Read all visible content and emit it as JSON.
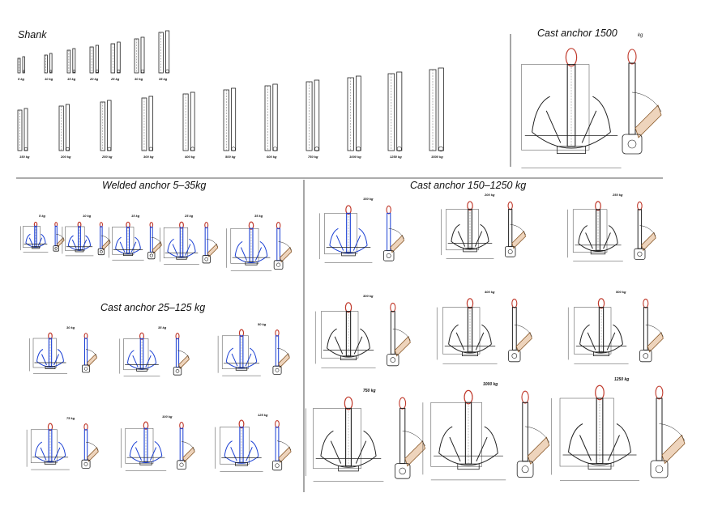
{
  "shank": {
    "title": "Shank",
    "row1": [
      "5 kg",
      "10 kg",
      "15 kg",
      "20 kg",
      "25 kg",
      "30 kg",
      "35 kg"
    ],
    "row2": [
      "150 kg",
      "200 kg",
      "250 kg",
      "300 kg",
      "400 kg",
      "500 kg",
      "600 kg",
      "750 kg",
      "1000 kg",
      "1250 kg",
      "1500 kg"
    ]
  },
  "cast_1500": {
    "title": "Cast anchor 1500",
    "unit": "kg"
  },
  "welded": {
    "title": "Welded anchor 5–35kg",
    "labels": [
      "5 kg",
      "10 kg",
      "15 kg",
      "25 kg",
      "35 kg"
    ]
  },
  "cast_small": {
    "title": "Cast anchor 25–125 kg",
    "labels": [
      "30 kg",
      "35 kg",
      "50 kg",
      "75 kg",
      "100 kg",
      "125 kg"
    ]
  },
  "cast_large": {
    "title": "Cast anchor 150–1250 kg",
    "labels": [
      "150 kg",
      "200 kg",
      "250 kg",
      "300 kg",
      "400 kg",
      "500 kg",
      "750 kg",
      "1000 kg",
      "1250 kg"
    ]
  }
}
